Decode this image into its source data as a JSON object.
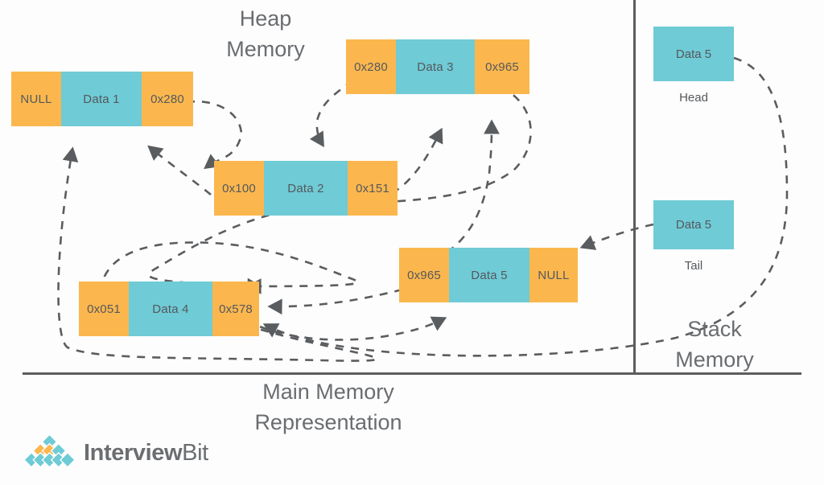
{
  "diagram": {
    "title_heap": "Heap\nMemory",
    "title_stack": "Stack\nMemory",
    "title_main": "Main Memory\nRepresentation",
    "heap_label_line1": "Heap",
    "heap_label_line2": "Memory",
    "stack_label_line1": "Stack",
    "stack_label_line2": "Memory",
    "main_label_line1": "Main Memory",
    "main_label_line2": "Representation"
  },
  "colors": {
    "pointer_cell": "#fbb74e",
    "data_cell": "#6fcbd6",
    "text": "#55585c",
    "heading": "#6a6d70",
    "connector": "#5a5d60",
    "divider": "#5d5d5d",
    "background": "#fdfdfd"
  },
  "heap_nodes": [
    {
      "id": "node-1",
      "prev": "NULL",
      "data": "Data 1",
      "next": "0x280"
    },
    {
      "id": "node-2",
      "prev": "0x100",
      "data": "Data 2",
      "next": "0x151"
    },
    {
      "id": "node-3",
      "prev": "0x280",
      "data": "Data 3",
      "next": "0x965"
    },
    {
      "id": "node-4",
      "prev": "0x051",
      "data": "Data 4",
      "next": "0x578"
    },
    {
      "id": "node-5",
      "prev": "0x965",
      "data": "Data 5",
      "next": "NULL"
    }
  ],
  "stack_entries": [
    {
      "id": "stack-head",
      "value": "Data 5",
      "caption": "Head"
    },
    {
      "id": "stack-tail",
      "value": "Data 5",
      "caption": "Tail"
    }
  ],
  "logo": {
    "text_bold": "Interview",
    "text_thin": "Bit"
  }
}
